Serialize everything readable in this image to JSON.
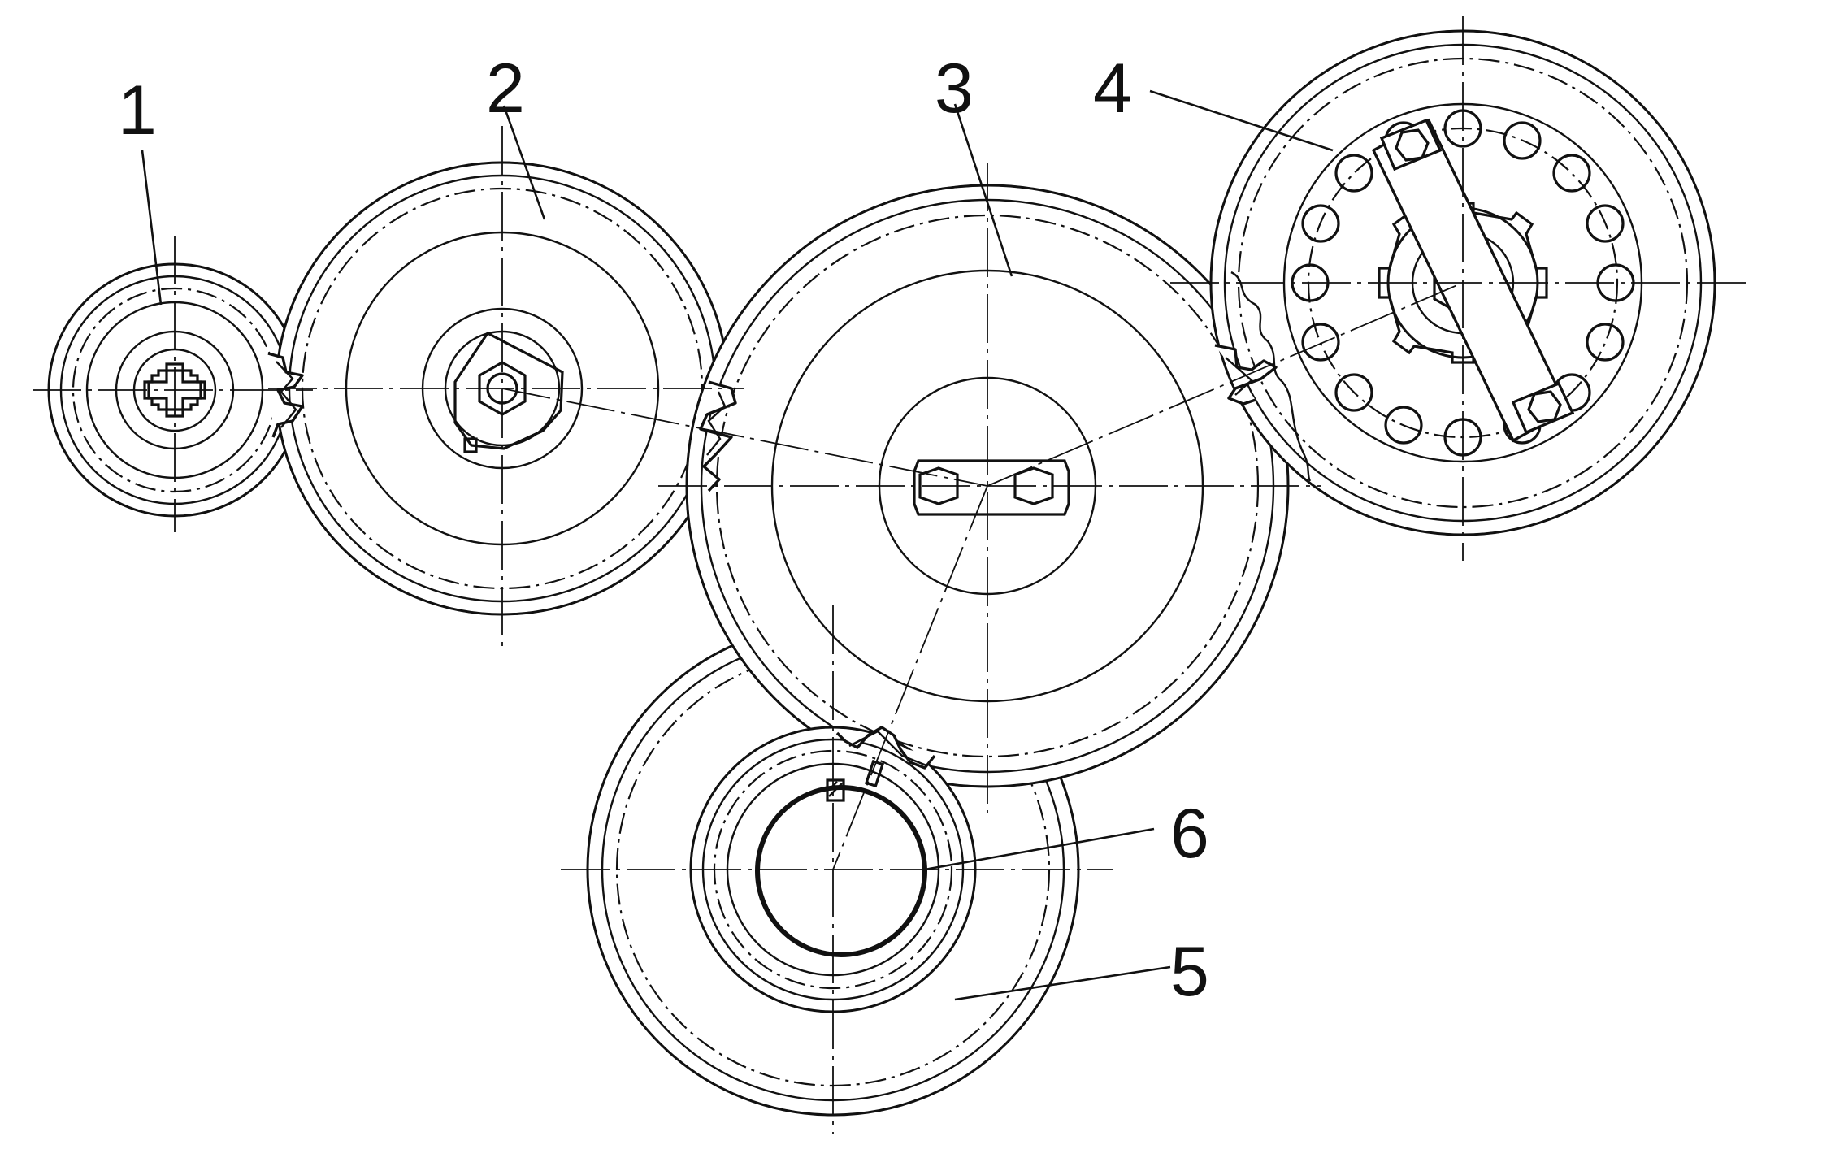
{
  "labels": {
    "l1": "1",
    "l2": "2",
    "l3": "3",
    "l4": "4",
    "l5": "5",
    "l6": "6"
  }
}
